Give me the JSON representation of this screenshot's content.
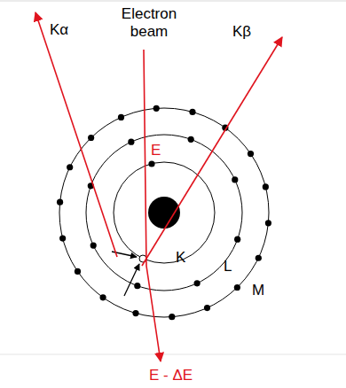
{
  "diagram": {
    "labels": [
      "Electron beam",
      "Kα",
      "Kβ",
      "E",
      "K",
      "L",
      "M",
      "E - ΔE"
    ]
  }
}
